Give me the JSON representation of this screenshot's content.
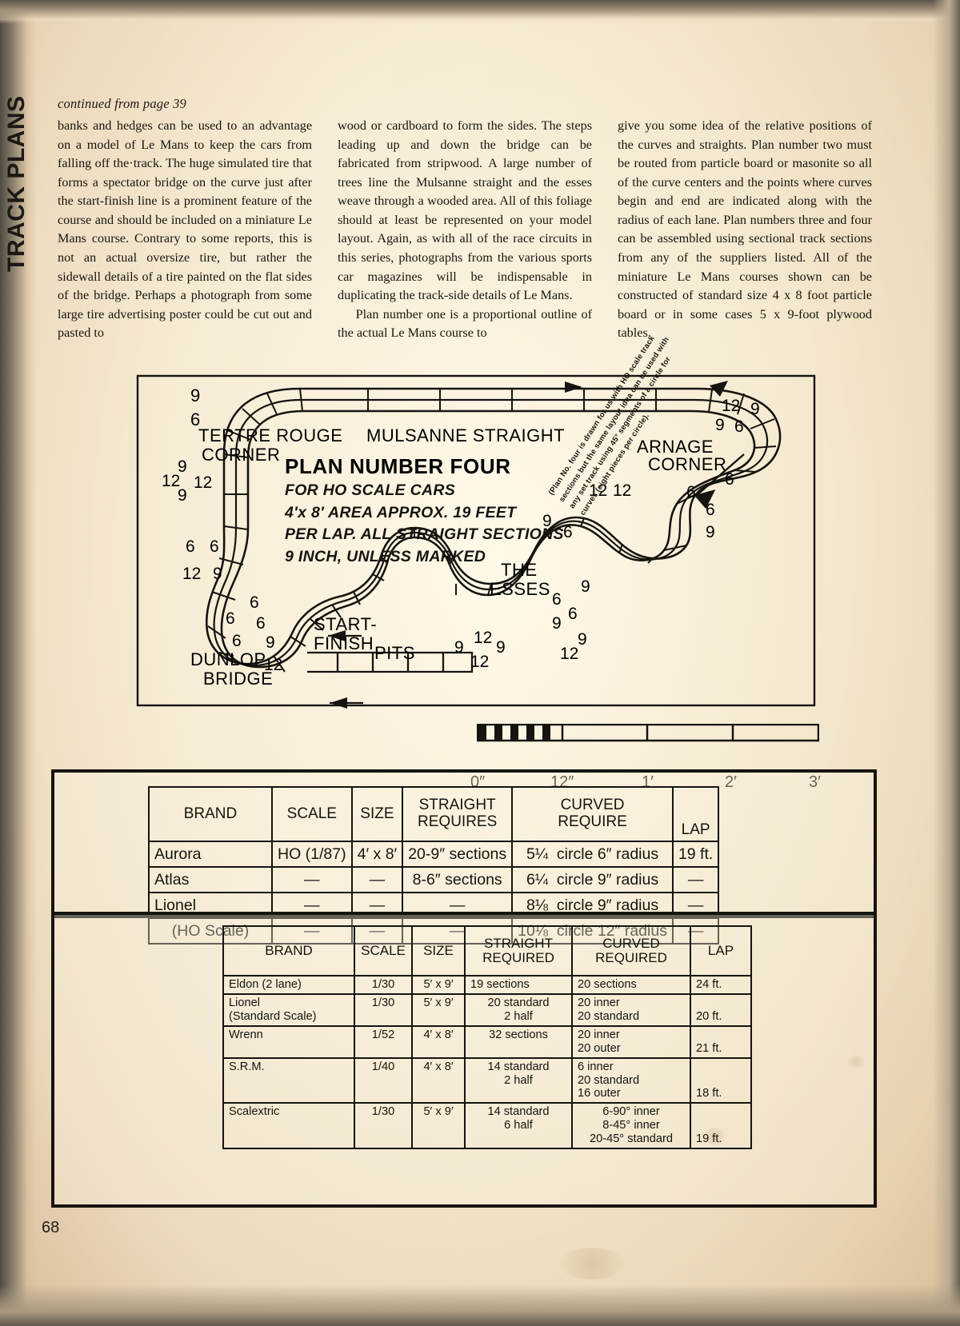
{
  "article": {
    "continued_line": "continued from page 39",
    "section_label": "TRACK PLANS",
    "page_number": "68",
    "column1": "banks and hedges can be used to an advantage on a model of Le Mans to keep the cars from falling off the·track. The huge simulated tire that forms a spectator bridge on the curve just after the start-finish line is a prominent feature of the course and should be included on a miniature Le Mans course. Contrary to some reports, this is not an actual oversize tire, but rather the sidewall details of a tire painted on the flat sides of the bridge. Perhaps a photograph from some large tire advertising poster could be cut out and pasted to",
    "column2a": "wood or cardboard to form the sides. The steps leading up and down the bridge can be fabricated from stripwood. A large number of trees line the Mulsanne straight and the esses weave through a wooded area. All of this foliage should at least be represented on your model layout. Again, as with all of the race circuits in this series, photographs from the various sports car magazines will be indispensable in duplicating the track-side details of Le Mans.",
    "column2b": "Plan number one is a proportional outline of the actual Le Mans course to",
    "column3": "give you some idea of the relative positions of the curves and straights. Plan number two must be routed from particle board or masonite so all of the curve centers and the points where curves begin and end are indicated along with the radius of each lane. Plan numbers three and four can be assembled using sectional track sections from any of the suppliers listed. All of the miniature Le Mans courses shown can be constructed of standard size 4 x 8 foot particle board or in some cases 5 x 9-foot plywood tables."
  },
  "diagram": {
    "title": "PLAN NUMBER FOUR",
    "handwritten": [
      "FOR HO SCALE CARS",
      "4'x 8' AREA APPROX. 19 FEET",
      "PER LAP. ALL STRAIGHT SECTIONS",
      "9 INCH, UNLESS MARKED"
    ],
    "labels": {
      "tertre_rouge": "TERTRE ROUGE",
      "tertre_rouge_2": "CORNER",
      "mulsanne": "MULSANNE  STRAIGHT",
      "arnage": "ARNAGE",
      "arnage_2": "CORNER",
      "esses_1": "THE",
      "esses_2": "ESSES",
      "start": "START-",
      "finish": "FINISH",
      "pits": "PITS",
      "dunlop_1": "DUNLOP",
      "dunlop_2": "BRIDGE"
    },
    "note": "(Plan No. four is drawn for us with HO scale track sections but the same layout idea can be used with any set track using 45° segments of a circle for curves (eight pieces per circle).",
    "section_numbers": {
      "top_left": [
        "9",
        "6"
      ],
      "tertre_rouge_exit": [
        "9",
        "12",
        "12",
        "9"
      ],
      "left_mid": [
        "6",
        "6",
        "12",
        "9"
      ],
      "dunlop": [
        "6",
        "6",
        "6",
        "6",
        "9",
        "12"
      ],
      "pits_area": [
        "9",
        "12",
        "12",
        "9",
        "9"
      ],
      "esses": [
        "12",
        "12",
        "9",
        "9",
        "6",
        "6",
        "9",
        "9",
        "12",
        "6"
      ],
      "arnage": [
        "12",
        "9",
        "9",
        "6",
        "6",
        "6",
        "6",
        "9",
        "9"
      ]
    }
  },
  "scale_bar": {
    "ticks": [
      "0″",
      "12″",
      "1′",
      "2′",
      "3′"
    ]
  },
  "table_ho": {
    "headers": [
      "BRAND",
      "SCALE",
      "SIZE",
      "STRAIGHT REQUIRES",
      "CURVED REQUIRE",
      "LAP"
    ],
    "headers_split": {
      "straight": [
        "STRAIGHT",
        "REQUIRES"
      ],
      "curved": [
        "CURVED",
        "REQUIRE"
      ]
    },
    "rows": [
      {
        "brand": "Aurora",
        "scale": "HO  (1/87)",
        "size": "4′ x 8′",
        "straight": "20-9″  sections",
        "curved_num": "5",
        "curved_frac": "¼",
        "curved": "circle 6″  radius",
        "lap": "19 ft."
      },
      {
        "brand": "Atlas",
        "scale": "—",
        "size": "—",
        "straight": "8-6″  sections",
        "curved_num": "6",
        "curved_frac": "¼",
        "curved": "circle 9″  radius",
        "lap": "—"
      },
      {
        "brand": "Lionel",
        "scale": "—",
        "size": "—",
        "straight": "—",
        "curved_num": "8",
        "curved_frac": "⅛",
        "curved": "circle 9″  radius",
        "lap": "—"
      },
      {
        "brand": "(HO  Scale)",
        "scale": "—",
        "size": "—",
        "straight": "—",
        "curved_num": "10",
        "curved_frac": "⅛",
        "curved": "circle 12″ radius",
        "lap": "—"
      }
    ]
  },
  "table_large": {
    "headers_split": {
      "brand": "BRAND",
      "scale": "SCALE",
      "size": "SIZE",
      "straight": [
        "STRAIGHT",
        "REQUIRED"
      ],
      "curved": [
        "CURVED",
        "REQUIRED"
      ],
      "lap": "LAP"
    },
    "rows": [
      {
        "brand": "Eldon (2 lane)",
        "scale": "1/30",
        "size": "5′ x 9′",
        "straight": "19 sections",
        "curved": "20 sections",
        "lap": "24 ft."
      },
      {
        "brand": "Lionel\n(Standard Scale)",
        "scale": "1/30",
        "size": "5′ x 9′",
        "straight": "20 standard\n2 half",
        "curved": "20 inner\n20 standard",
        "lap": "20 ft."
      },
      {
        "brand": "Wrenn",
        "scale": "1/52",
        "size": "4′ x 8′",
        "straight": "32 sections",
        "curved": "20 inner\n20 outer",
        "lap": "21 ft."
      },
      {
        "brand": "S.R.M.",
        "scale": "1/40",
        "size": "4′ x 8′",
        "straight": "14 standard\n2 half",
        "curved": "6 inner\n20 standard\n16 outer",
        "lap": "18 ft."
      },
      {
        "brand": "Scalextric",
        "scale": "1/30",
        "size": "5′ x 9′",
        "straight": "14 standard\n6 half",
        "curved": "6-90° inner\n8-45° inner\n20-45° standard",
        "lap": "19 ft."
      }
    ]
  },
  "colors": {
    "ink": "#16140f",
    "paper": "#f4ead3"
  }
}
